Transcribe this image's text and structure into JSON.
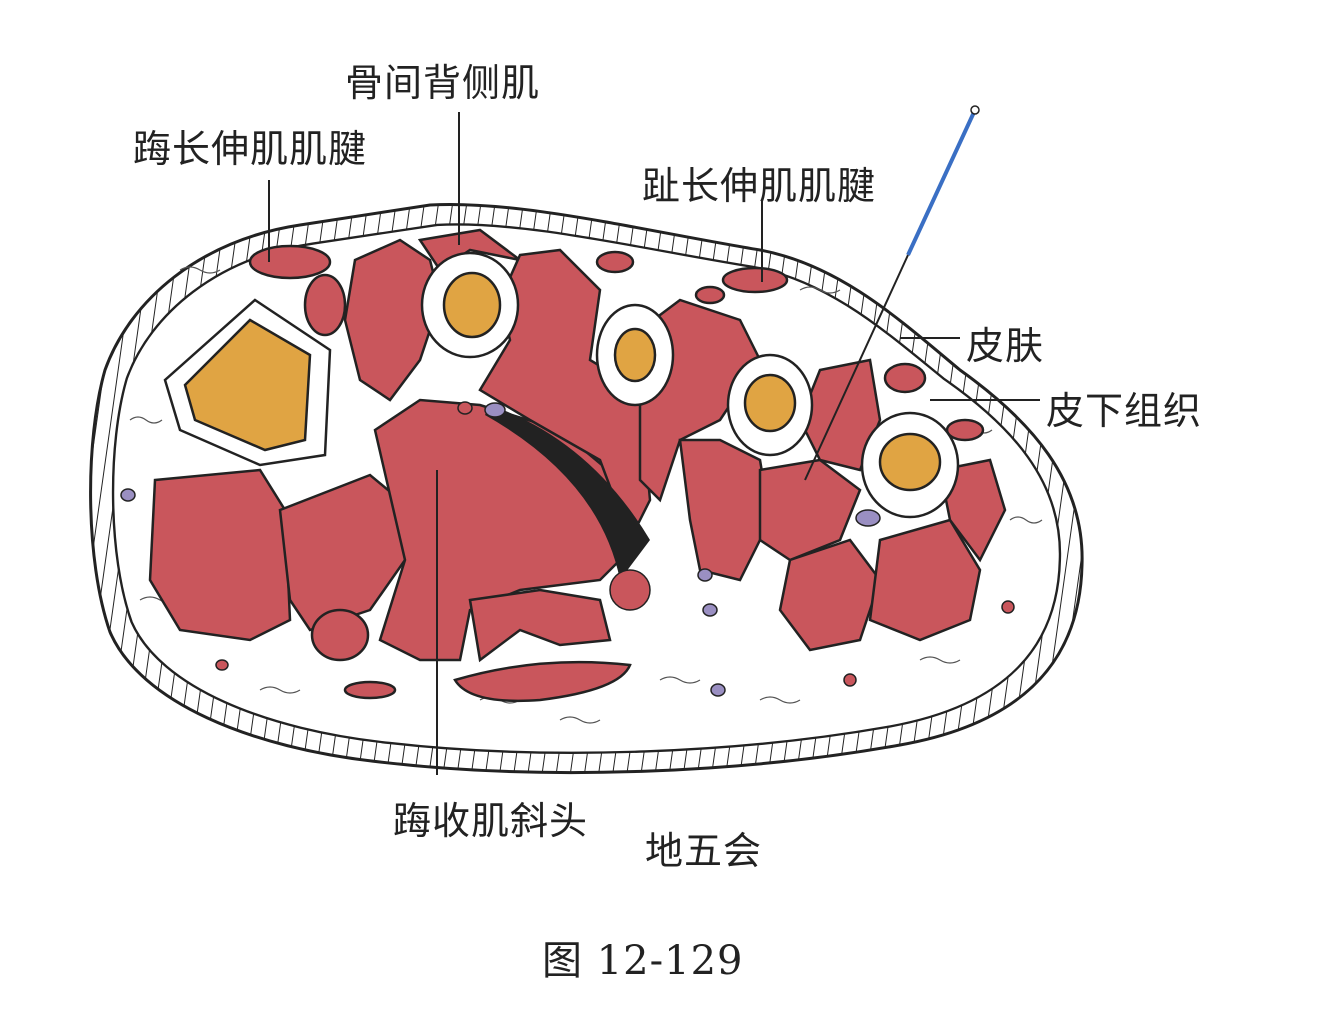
{
  "labels": {
    "interossei_dorsales": "骨间背侧肌",
    "ehl_tendon": "踇长伸肌肌腱",
    "edl_tendon": "趾长伸肌肌腱",
    "skin": "皮肤",
    "subcutaneous": "皮下组织",
    "adductor_oblique": "踇收肌斜头",
    "acupoint": "地五会"
  },
  "caption": "图 12-129",
  "colors": {
    "muscle": "#c9565c",
    "bone": "#e0a443",
    "needle": "#3a6fc4",
    "vessel": "#9a8fc2",
    "outline": "#222222"
  }
}
